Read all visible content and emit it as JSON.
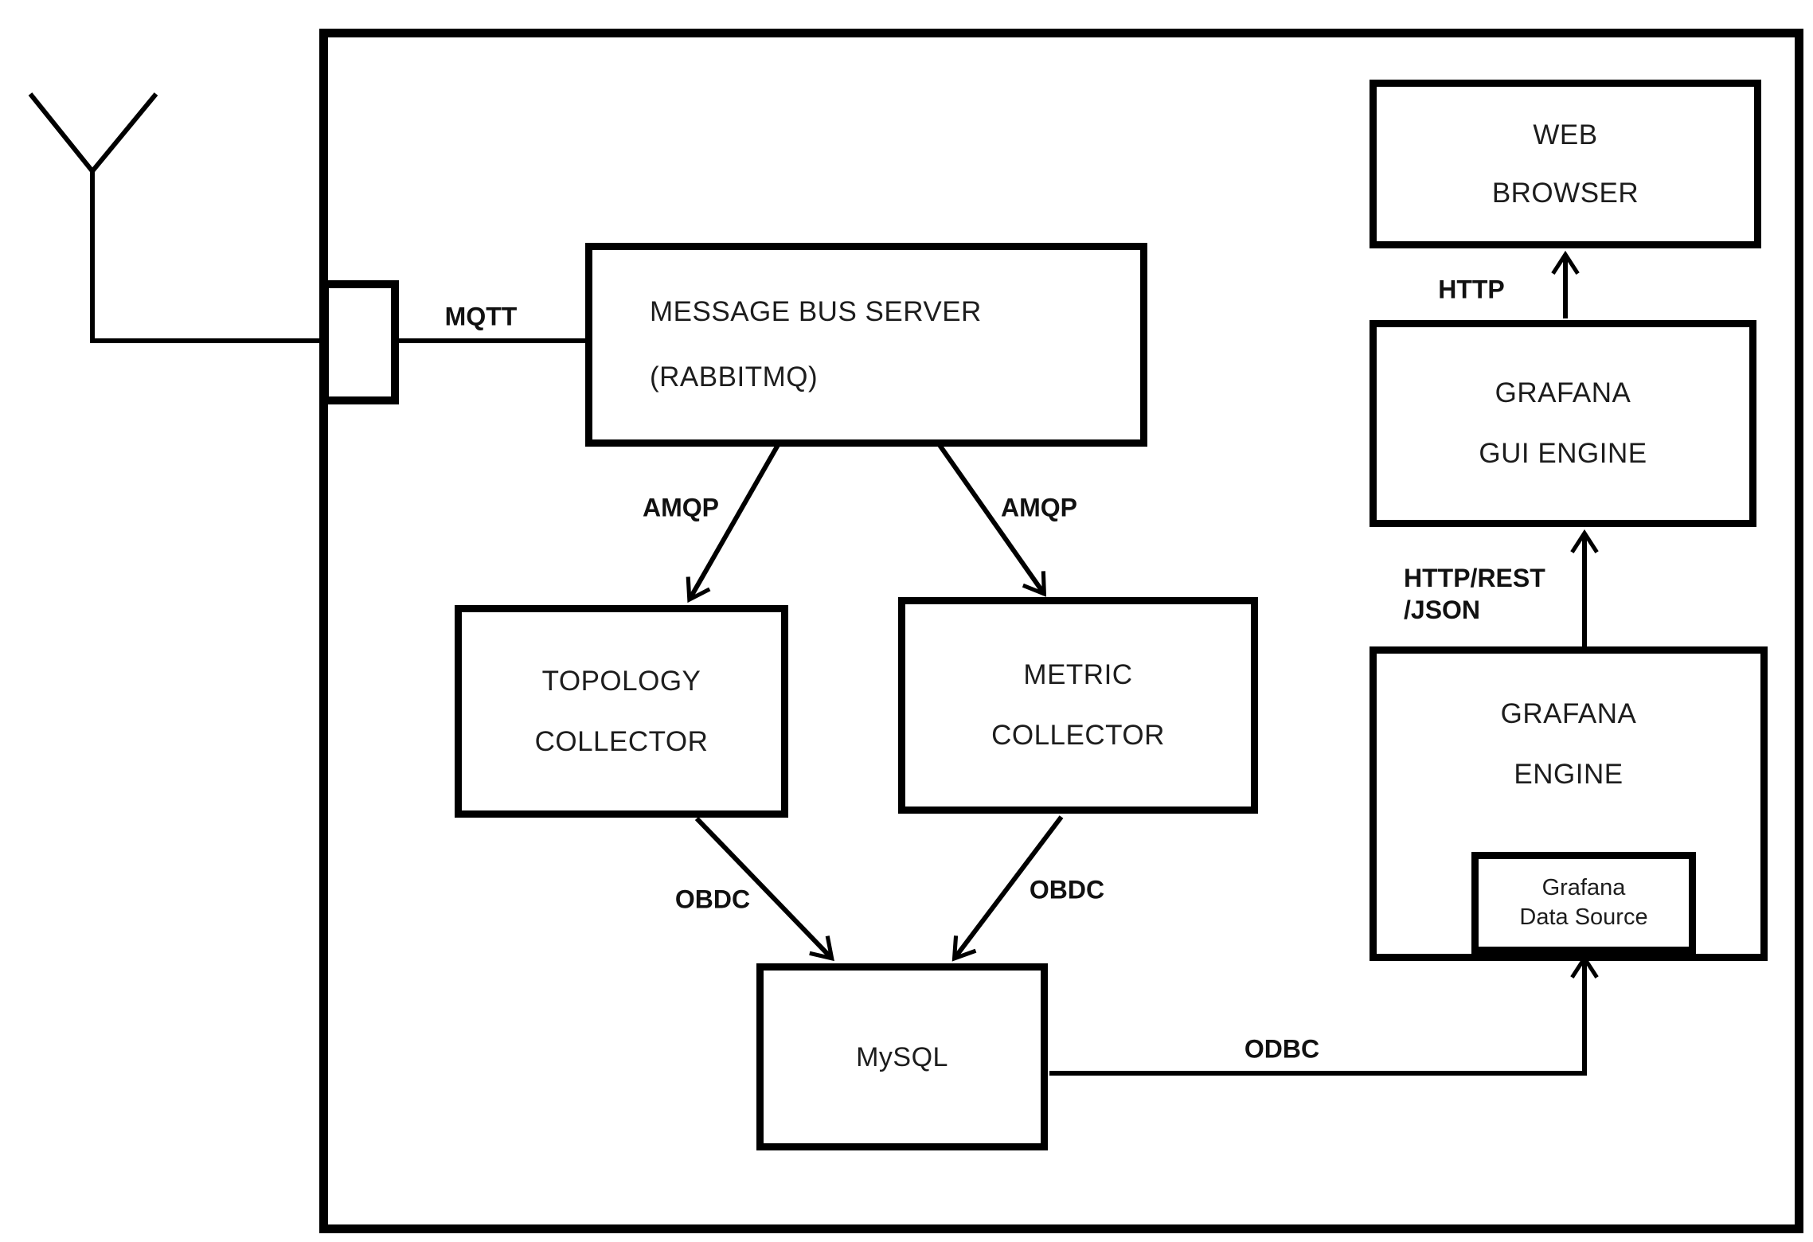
{
  "diagram": {
    "kind": "system-architecture-block-diagram",
    "colors": {
      "line": "#000000",
      "text": "#1d1d1d",
      "background": "#ffffff"
    },
    "boxes": {
      "message_bus": {
        "line1": "MESSAGE BUS SERVER",
        "line2": "(RABBITMQ)"
      },
      "topology_collector": {
        "line1": "TOPOLOGY",
        "line2": "COLLECTOR"
      },
      "metric_collector": {
        "line1": "METRIC",
        "line2": "COLLECTOR"
      },
      "mysql": {
        "label": "MySQL"
      },
      "web_browser": {
        "line1": "WEB",
        "line2": "BROWSER"
      },
      "grafana_gui": {
        "line1": "GRAFANA",
        "line2": "GUI ENGINE"
      },
      "grafana_engine": {
        "line1": "GRAFANA",
        "line2": "ENGINE"
      },
      "grafana_data_source": {
        "line1": "Grafana",
        "line2": "Data Source"
      }
    },
    "edge_labels": {
      "mqtt": "MQTT",
      "amqp_left": "AMQP",
      "amqp_right": "AMQP",
      "obdc_left": "OBDC",
      "obdc_right": "OBDC",
      "odbc": "ODBC",
      "http": "HTTP",
      "http_rest_line1": "HTTP/REST",
      "http_rest_line2": "/JSON"
    }
  }
}
